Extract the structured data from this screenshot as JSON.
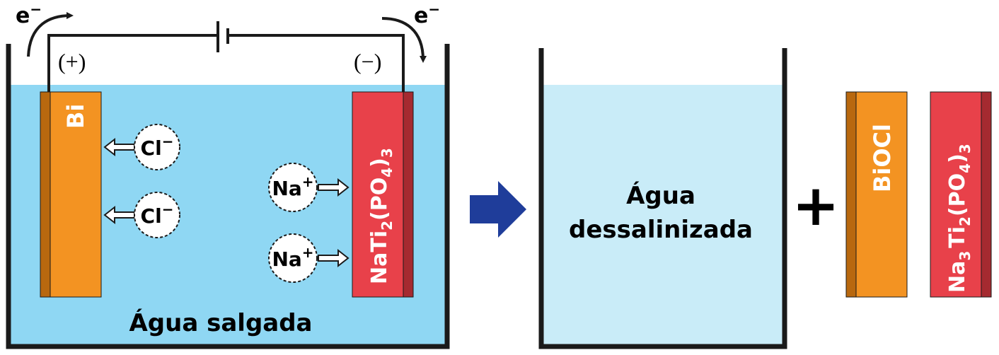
{
  "colors": {
    "salt_water": "#8fd7f3",
    "fresh_water": "#c9ecf8",
    "bi_orange": "#f39322",
    "bi_edge": "#b8680f",
    "nati_red": "#e8414a",
    "nati_edge": "#a52a30",
    "arrow_blue": "#1f3d9a",
    "outline": "#1a1a1a"
  },
  "electrons": {
    "left": "e",
    "right": "e",
    "sign": "−"
  },
  "circuit": {
    "positive": "(+)",
    "negative": "(−)"
  },
  "anode": {
    "label": "Bi"
  },
  "cathode": {
    "label": "NaTi",
    "sub1": "2",
    "mid": "(PO",
    "sub2": "4",
    "close": ")",
    "sub3": "3"
  },
  "ions": {
    "cl": {
      "symbol": "Cl",
      "charge": "−"
    },
    "na": {
      "symbol": "Na",
      "charge": "+"
    }
  },
  "beaker1": {
    "label": "Água salgada"
  },
  "beaker2": {
    "label_line1": "Água",
    "label_line2": "dessalinizada"
  },
  "plus": "+",
  "products": {
    "biocl": "BiOCl",
    "na3": {
      "p1": "Na",
      "sub1": "3",
      "p2": "Ti",
      "sub2": "2",
      "p3": "(PO",
      "sub3": "4",
      "p4": ")",
      "sub4": "3"
    }
  }
}
